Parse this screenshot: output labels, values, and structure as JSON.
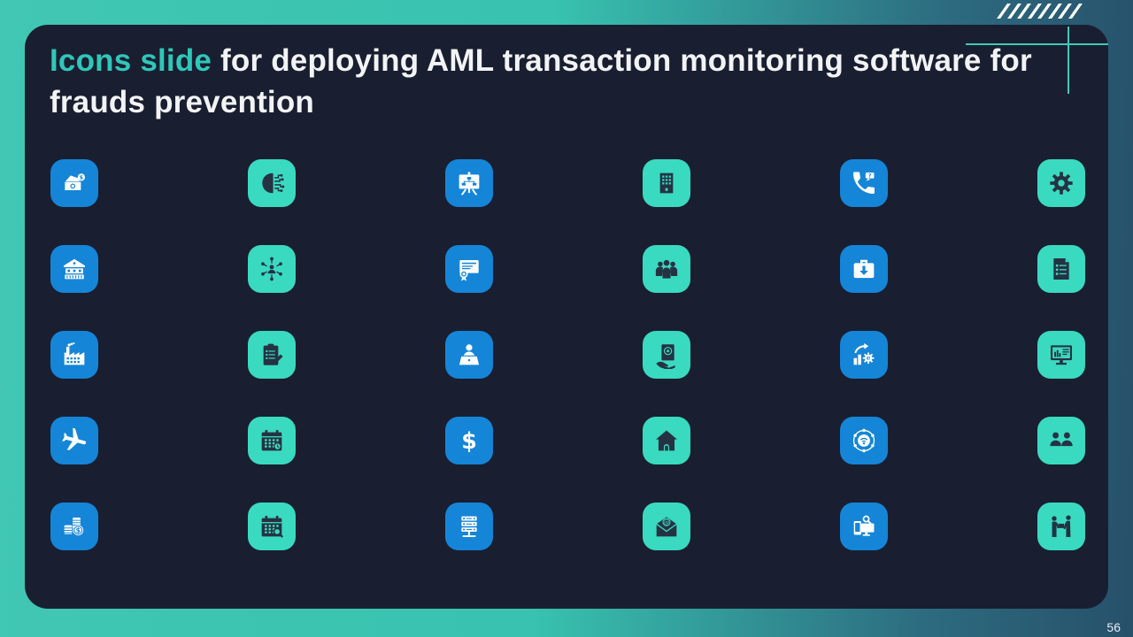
{
  "slide": {
    "title_accent": "Icons slide ",
    "title_rest": "for deploying AML transaction monitoring software for frauds prevention",
    "page_number": "56"
  },
  "colors": {
    "background_gradient_start": "#41c7b3",
    "background_gradient_end": "#27506a",
    "card_background": "#191f30",
    "title_accent_teal": "#2fc7b9",
    "title_text_white": "#f2f3f5",
    "tile_blue": "#1585d8",
    "tile_teal": "#39dac0",
    "glyph_on_blue": "#ffffff",
    "glyph_on_teal": "#253243",
    "crosshair_teal": "#3cc9bd",
    "slash_white": "#ffffff"
  },
  "icon_grid": {
    "rows": 5,
    "columns": 6,
    "icons": [
      {
        "name": "money-transaction-icon",
        "glyph": "cash",
        "tile": "blue"
      },
      {
        "name": "ai-brain-circuit-icon",
        "glyph": "brain",
        "tile": "teal"
      },
      {
        "name": "presentation-flowchart-icon",
        "glyph": "board",
        "tile": "blue"
      },
      {
        "name": "office-building-icon",
        "glyph": "building",
        "tile": "teal"
      },
      {
        "name": "support-call-icon",
        "glyph": "call",
        "tile": "blue"
      },
      {
        "name": "settings-gear-icon",
        "glyph": "gear",
        "tile": "teal"
      },
      {
        "name": "bank-icon",
        "glyph": "bank",
        "tile": "blue"
      },
      {
        "name": "person-network-icon",
        "glyph": "network-person",
        "tile": "teal"
      },
      {
        "name": "certificate-icon",
        "glyph": "certificate",
        "tile": "blue"
      },
      {
        "name": "team-group-icon",
        "glyph": "team",
        "tile": "teal"
      },
      {
        "name": "briefcase-download-icon",
        "glyph": "briefcase",
        "tile": "blue"
      },
      {
        "name": "checklist-document-icon",
        "glyph": "checklist",
        "tile": "teal"
      },
      {
        "name": "factory-icon",
        "glyph": "factory",
        "tile": "blue"
      },
      {
        "name": "clipboard-pencil-icon",
        "glyph": "clipboard",
        "tile": "teal"
      },
      {
        "name": "person-workstation-icon",
        "glyph": "person-desk",
        "tile": "blue"
      },
      {
        "name": "hand-document-gear-icon",
        "glyph": "hand-doc",
        "tile": "teal"
      },
      {
        "name": "growth-gear-clock-icon",
        "glyph": "growth",
        "tile": "blue"
      },
      {
        "name": "monitor-dashboard-icon",
        "glyph": "monitor",
        "tile": "teal"
      },
      {
        "name": "airplane-icon",
        "glyph": "plane",
        "tile": "blue"
      },
      {
        "name": "calendar-clock-icon",
        "glyph": "calendar-clock",
        "tile": "teal"
      },
      {
        "name": "dollar-sign-icon",
        "glyph": "dollar",
        "tile": "blue"
      },
      {
        "name": "home-icon",
        "glyph": "home",
        "tile": "teal"
      },
      {
        "name": "iot-network-icon",
        "glyph": "iot",
        "tile": "blue"
      },
      {
        "name": "two-users-icon",
        "glyph": "two-people",
        "tile": "teal"
      },
      {
        "name": "coins-money-icon",
        "glyph": "coins",
        "tile": "blue"
      },
      {
        "name": "calendar-search-icon",
        "glyph": "calendar-search",
        "tile": "teal"
      },
      {
        "name": "server-rack-icon",
        "glyph": "server",
        "tile": "blue"
      },
      {
        "name": "email-at-icon",
        "glyph": "mail",
        "tile": "teal"
      },
      {
        "name": "device-search-icon",
        "glyph": "device-search",
        "tile": "blue"
      },
      {
        "name": "people-exchange-icon",
        "glyph": "exchange",
        "tile": "teal"
      }
    ]
  }
}
